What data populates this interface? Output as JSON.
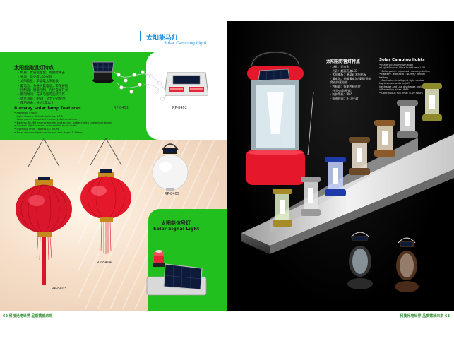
{
  "left_page": {
    "title_zh": "太阳能马灯",
    "title_en": "Solar Camping Light",
    "runway": {
      "title_zh": "太阳能跑道灯特点",
      "features_zh": [
        "· 材质：优质铝合金，防震抗冲击",
        "· 光源：高亮度LED光源",
        "· 太阳能板：单晶硅太阳能板",
        "· 蓄电池：免维护蓄电池，带保护板",
        "· 控制器：智能控制，光控自动开关",
        "· 照明时间：充满电后可连续工作",
        "· 防水等级：IP68，适合户外使用",
        "· 使用寿命：长达5年以上"
      ],
      "title_en": "Runway solar lamp features",
      "features_en": [
        "• Material: Plastic",
        "• Light Source: Ultra brightness LED",
        "• Solar panel: imported monocrystalline silicon",
        "• Battery: Ni-MH environmental protection, battery with protective board",
        "• Control: light control, auto switch on at night",
        "• Lighting Time: Lasts 8-10 hours",
        "• Solar module light continuous rain days: 5-7days"
      ]
    },
    "codes": {
      "rp8401": "RP-8401",
      "rp8402": "RP-8402",
      "rp8405": "RP-8405",
      "rp8404": "RP-8404",
      "rp8403": "RP-8403"
    },
    "signal": {
      "title_zh": "太阳能信号灯",
      "title_en": "Solar Signal Light"
    },
    "footer": "62 科技光电世界 品质铸就未来"
  },
  "right_page": {
    "camping": {
      "title_zh": "太阳能野营灯特点",
      "features_zh": [
        "· 材质：铝合金",
        "· 光源：超高亮度LED",
        "· 太阳能板：单晶硅太阳能板",
        "· 蓄电池：铅酸蓄电池/镍氢/锂电",
        "  免维护蓄电池",
        "· 控制器：智能控制光控",
        "  （光控自动开关）",
        "· 防护等级：IP65",
        "· 照明时间：8-10小时"
      ],
      "title_en": "Solar Camping lights",
      "features_en": [
        "• Material: Aluminum alloy",
        "• Light Source: Ultra brightness LED",
        "• Solar panel: imported monocrystalline",
        "• Battery: lead acid / Ni-MH / lithium",
        "  battery",
        "• Controller: intelligent light control",
        "  Light sensor auto on/off",
        "  (recharge and use discharge protection)",
        "• Protection class: IP65",
        "• Continuous run time: 8-10 hours"
      ]
    },
    "footer": "科技光电世界 品质铸就未来 63"
  },
  "colors": {
    "brand_green": "#21c01f",
    "accent_blue": "#1a8ee0",
    "lantern_red": "#d9162a"
  }
}
